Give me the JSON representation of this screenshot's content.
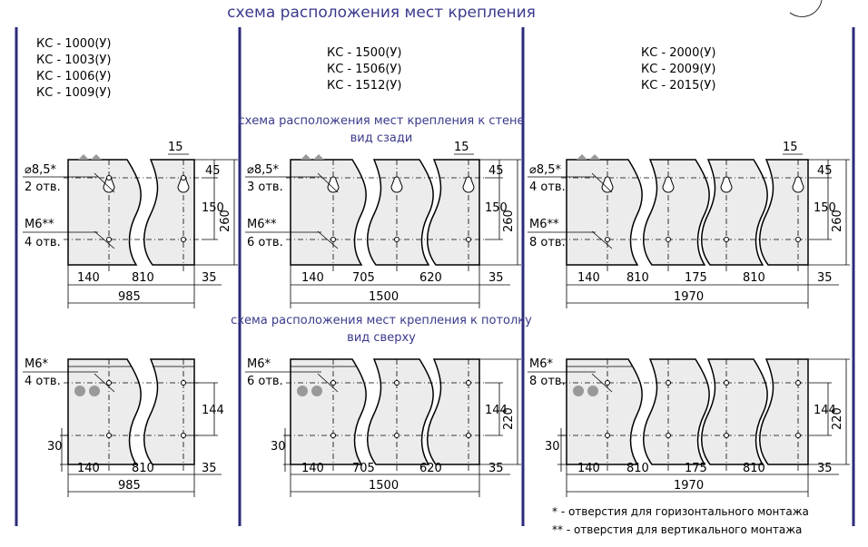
{
  "title": "схема расположения мест крепления",
  "models": [
    [
      "КС - 1000(У)",
      "КС - 1003(У)",
      "КС - 1006(У)",
      "КС - 1009(У)"
    ],
    [
      "КС - 1500(У)",
      "КС - 1506(У)",
      "КС - 1512(У)"
    ],
    [
      "КС - 2000(У)",
      "КС - 2009(У)",
      "КС - 2015(У)"
    ]
  ],
  "wall": {
    "heading": "схема расположения мест крепления к стене",
    "subheading": "вид сзади",
    "hole_diameter": "⌀8,5*",
    "thread": "М6**",
    "counts_a": [
      "2 отв.",
      "3 отв.",
      "4 отв."
    ],
    "counts_b": [
      "4 отв.",
      "6 отв.",
      "8 отв."
    ],
    "edge": "15",
    "dims_v": [
      "45",
      "150",
      "260"
    ]
  },
  "ceiling": {
    "heading": "схема расположения мест крепления к потолку",
    "subheading": "вид сверху",
    "thread": "М6*",
    "counts": [
      "4 отв.",
      "6 отв.",
      "8 отв."
    ],
    "offset": "30",
    "dims_v": [
      "144",
      "220"
    ]
  },
  "panels": [
    {
      "segments": [
        "140",
        "810",
        "35"
      ],
      "total": "985"
    },
    {
      "segments": [
        "140",
        "705",
        "620",
        "35"
      ],
      "total": "1500"
    },
    {
      "segments": [
        "140",
        "810",
        "175",
        "810",
        "35"
      ],
      "total": "1970"
    }
  ],
  "notes": [
    "* - отверстия для горизонтального монтажа",
    "** - отверстия для вертикального монтажа"
  ]
}
